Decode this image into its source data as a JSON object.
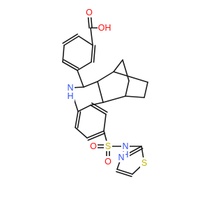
{
  "molecule": {
    "atoms": [
      {
        "id": "O1",
        "label": "O",
        "color": "#ff0d0d"
      },
      {
        "id": "OH",
        "label": "OH",
        "color": "#ff0d0d"
      },
      {
        "id": "NH",
        "label": "N\nH",
        "color": "#3050f8"
      },
      {
        "id": "S1",
        "label": "S",
        "color": "#c8b400"
      },
      {
        "id": "O2",
        "label": "O",
        "color": "#ff0d0d"
      },
      {
        "id": "O3",
        "label": "O",
        "color": "#ff0d0d"
      },
      {
        "id": "N2",
        "label": "N\nH",
        "color": "#3050f8"
      },
      {
        "id": "N3",
        "label": "N",
        "color": "#3050f8"
      },
      {
        "id": "S2",
        "label": "S",
        "color": "#c8b400"
      }
    ],
    "bond_color": "#1a1a1a"
  }
}
